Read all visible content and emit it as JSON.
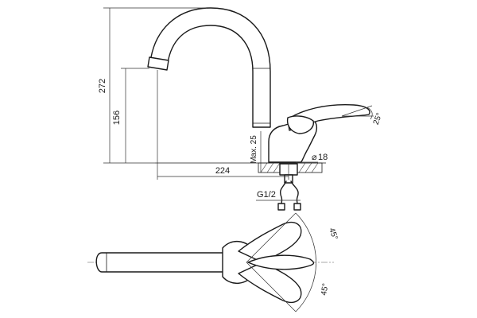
{
  "dimensions": {
    "overall_height": "272",
    "spout_height": "156",
    "spout_reach": "224",
    "max_counter_thickness": "Max. 25",
    "hole_diameter": "18",
    "diameter_symbol": "⌀",
    "connection_thread": "G1/2",
    "lever_angle": "25°",
    "swing_angle_top": "45°",
    "swing_angle_bottom": "45°"
  }
}
